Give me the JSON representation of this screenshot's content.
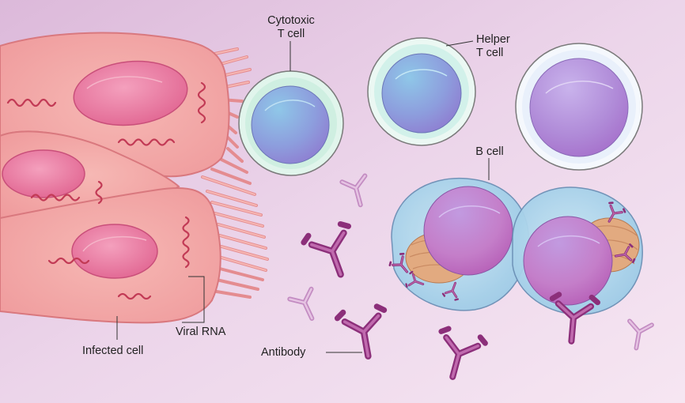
{
  "labels": {
    "cytotoxic_line1": "Cytotoxic",
    "cytotoxic_line2": "T cell",
    "helper_line1": "Helper",
    "helper_line2": "T cell",
    "bcell": "B cell",
    "viral_rna": "Viral RNA",
    "infected_cell": "Infected cell",
    "antibody": "Antibody"
  },
  "colors": {
    "background": "#ecd3e8",
    "infected_cell": "#f2a9a9",
    "infected_nucleus": "#e66f9b",
    "viral_rna": "#c23a55",
    "t_cell_rim_cytotoxic": "#c9efe1",
    "t_cell_rim_helper": "#c6eee6",
    "t_cell_rim_plain": "#eef4fb",
    "cell_nucleus": "#8fa4dd",
    "b_cell_cytoplasm": "#a9d6ec",
    "b_cell_er": "#d9a27a",
    "antibody_dark": "#9c3a86",
    "antibody_light": "#cf9bcd",
    "label_text": "#222222"
  },
  "icons": [
    "antibody-icon",
    "viral-rna-icon"
  ]
}
